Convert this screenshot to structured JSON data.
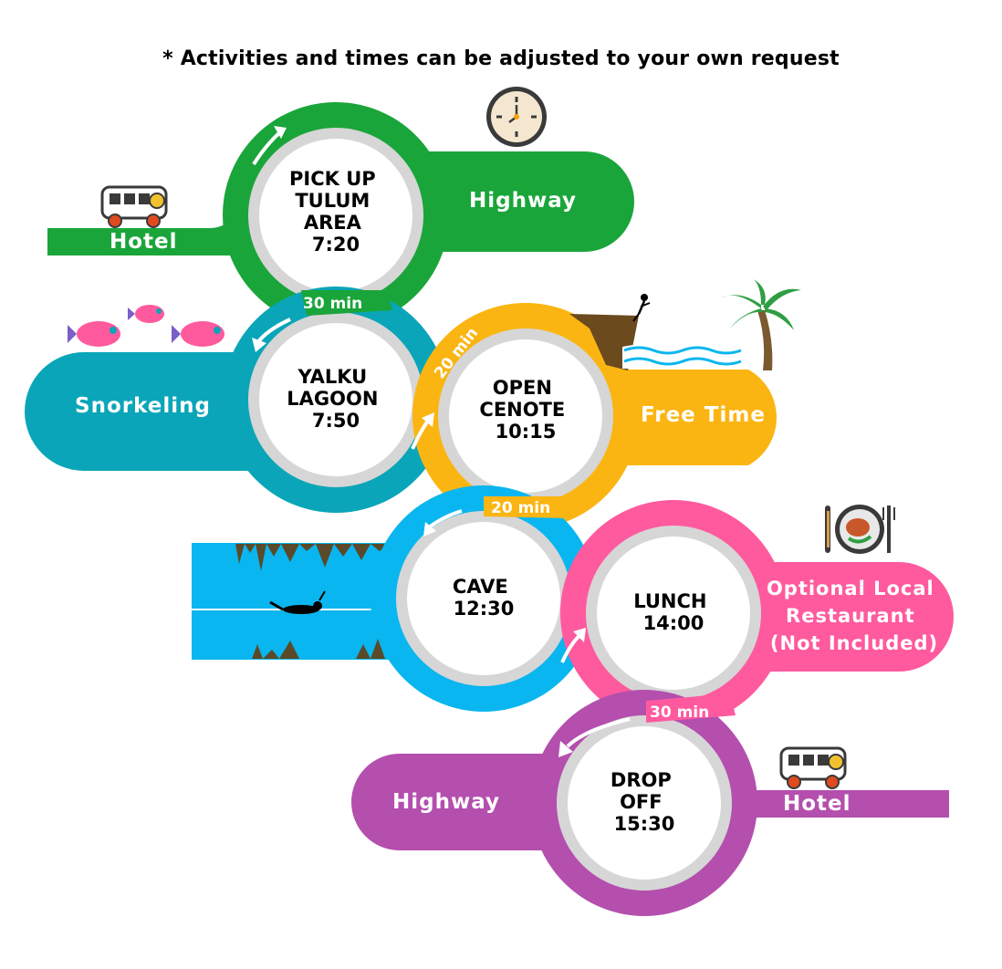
{
  "note": "* Activities and times can be adjusted to your own request",
  "colors": {
    "green": "#1aa53a",
    "teal": "#0aa5b8",
    "orange": "#fbb512",
    "sky": "#0ab6ef",
    "pink": "#ff5a9e",
    "purple": "#b44fae",
    "ring": "#d6d6d6"
  },
  "stops": [
    {
      "lines": [
        "PICK UP",
        "TULUM",
        "AREA",
        "7:20"
      ]
    },
    {
      "lines": [
        "YALKU",
        "LAGOON",
        "7:50"
      ]
    },
    {
      "lines": [
        "OPEN",
        "CENOTE",
        "10:15"
      ]
    },
    {
      "lines": [
        "CAVE",
        "12:30"
      ]
    },
    {
      "lines": [
        "LUNCH",
        "14:00"
      ]
    },
    {
      "lines": [
        "DROP",
        "OFF",
        "15:30"
      ]
    }
  ],
  "labels": {
    "hotel_start": "Hotel",
    "highway_1": "Highway",
    "snorkeling": "Snorkeling",
    "free_time": "Free Time",
    "restaurant": [
      "Optional Local",
      "Restaurant",
      "(Not Included)"
    ],
    "highway_2": "Highway",
    "hotel_end": "Hotel"
  },
  "durations": {
    "d1": "30 min",
    "d2": "20 min",
    "d3": "20 min",
    "d4": "30 min"
  },
  "icons": [
    "clock-icon",
    "bus-icon",
    "fish-icon",
    "palm-tree-icon",
    "cliff-jumper-icon",
    "plate-icon",
    "diver-icon"
  ]
}
